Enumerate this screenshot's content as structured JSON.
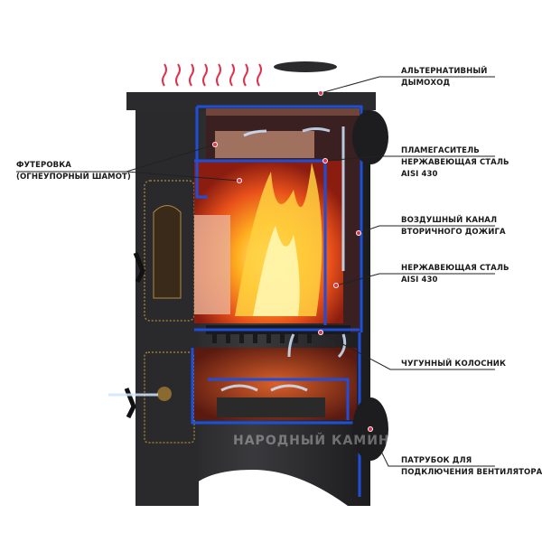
{
  "labels": {
    "alt_chimney": {
      "line1": "АЛЬТЕРНАТИВНЫЙ",
      "line2": "ДЫМОХОД"
    },
    "flame_damper": {
      "line1": "ПЛАМЕГАСИТЕЛЬ",
      "line2": "НЕРЖАВЕЮЩАЯ СТАЛЬ",
      "line3": "AISI 430"
    },
    "air_channel": {
      "line1": "ВОЗДУШНЫЙ КАНАЛ",
      "line2": "ВТОРИЧНОГО ДОЖИГА"
    },
    "stainless": {
      "line1": "НЕРЖАВЕЮЩАЯ СТАЛЬ",
      "line2": "AISI 430"
    },
    "grate": {
      "line1": "ЧУГУННЫЙ КОЛОСНИК"
    },
    "fan_pipe": {
      "line1": "ПАТРУБОК ДЛЯ",
      "line2": "ПОДКЛЮЧЕНИЯ ВЕНТИЛЯТОРА"
    },
    "lining": {
      "line1": "ФУТЕРОВКА",
      "line2": "(ОГНЕУПОРНЫЙ ШАМОТ)"
    }
  },
  "watermark": "НАРОДНЫЙ КАМИН",
  "colors": {
    "body": "#2b2b2d",
    "outline": "#1f4fd8",
    "fire": "#ff7a1a",
    "brick": "#e8b49a",
    "heat": "#e0304a"
  }
}
